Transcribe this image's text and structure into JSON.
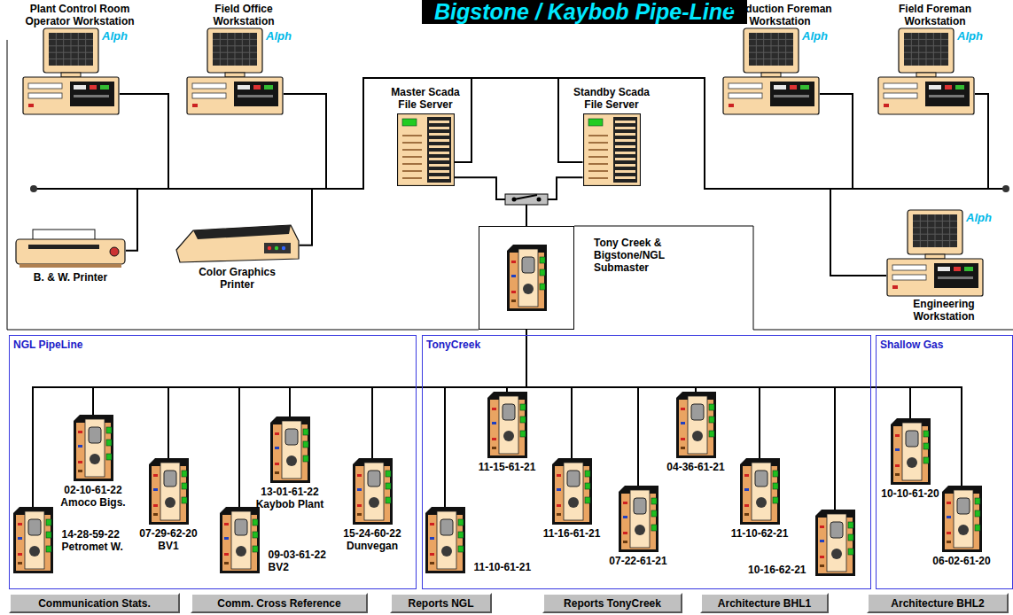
{
  "diagram": {
    "title": "Bigstone / Kaybob Pipe-Line",
    "nodes": [
      {
        "text": [
          "Plant Control Room Operator Workstation",
          "Alph"
        ]
      },
      {
        "text": [
          "Field Office Workstation",
          "Alph"
        ]
      },
      {
        "text": [
          "Master Scada File Server"
        ]
      },
      {
        "text": [
          "Standby Scada File Server"
        ]
      },
      {
        "text": [
          "Production Foreman Workstation",
          "Alph"
        ]
      },
      {
        "text": [
          "Field Foreman Workstation",
          "Alph"
        ]
      },
      {
        "text": [
          "B. & W. Printer"
        ]
      },
      {
        "text": [
          "Color Graphics Printer"
        ]
      },
      {
        "text": [
          "Engineering Workstation",
          "Alph"
        ]
      },
      {
        "text": [
          "Tony Creek & Bigstone/NGL Submaster"
        ]
      },
      {
        "text": [
          "NGL PipeLine"
        ]
      },
      {
        "text": [
          "14-28-59-22 Petromet W."
        ],
        "in": 10
      },
      {
        "text": [
          "02-10-61-22 Amoco Bigs."
        ],
        "in": 10
      },
      {
        "text": [
          "07-29-62-20 BV1"
        ],
        "in": 10
      },
      {
        "text": [
          "09-03-61-22 BV2"
        ],
        "in": 10
      },
      {
        "text": [
          "13-01-61-22 Kaybob Plant"
        ],
        "in": 10
      },
      {
        "text": [
          "15-24-60-22 Dunvegan"
        ],
        "in": 10
      },
      {
        "text": [
          "TonyCreek"
        ]
      },
      {
        "text": [
          "11-10-61-21"
        ],
        "in": 17
      },
      {
        "text": [
          "11-15-61-21"
        ],
        "in": 17
      },
      {
        "text": [
          "11-16-61-21"
        ],
        "in": 17
      },
      {
        "text": [
          "07-22-61-21"
        ],
        "in": 17
      },
      {
        "text": [
          "04-36-61-21"
        ],
        "in": 17
      },
      {
        "text": [
          "11-10-62-21"
        ],
        "in": 17
      },
      {
        "text": [
          "10-16-62-21"
        ],
        "in": 17
      },
      {
        "text": [
          "Shallow Gas"
        ]
      },
      {
        "text": [
          "10-10-61-20"
        ],
        "in": 25
      },
      {
        "text": [
          "06-02-61-20"
        ],
        "in": 25
      },
      {
        "text": [
          "Communication Stats."
        ]
      },
      {
        "text": [
          "Comm. Cross Reference"
        ]
      },
      {
        "text": [
          "Reports NGL"
        ]
      },
      {
        "text": [
          "Reports TonyCreek"
        ]
      },
      {
        "text": [
          "Architecture BHL1"
        ]
      },
      {
        "text": [
          "Architecture BHL2"
        ]
      }
    ],
    "edges": [
      {
        "from": 0,
        "to": 2,
        "arrow": "none"
      },
      {
        "from": 1,
        "to": 2,
        "arrow": "none"
      },
      {
        "from": 6,
        "to": 2,
        "arrow": "none"
      },
      {
        "from": 7,
        "to": 2,
        "arrow": "none"
      },
      {
        "from": 4,
        "to": 2,
        "arrow": "none"
      },
      {
        "from": 5,
        "to": 2,
        "arrow": "none"
      },
      {
        "from": 8,
        "to": 2,
        "arrow": "none"
      },
      {
        "from": 2,
        "to": 3,
        "arrow": "none"
      },
      {
        "from": 2,
        "to": 9,
        "arrow": "none"
      },
      {
        "from": 3,
        "to": 9,
        "arrow": "none"
      },
      {
        "from": 9,
        "to": 11,
        "arrow": "none"
      },
      {
        "from": 9,
        "to": 12,
        "arrow": "none"
      },
      {
        "from": 9,
        "to": 13,
        "arrow": "none"
      },
      {
        "from": 9,
        "to": 14,
        "arrow": "none"
      },
      {
        "from": 9,
        "to": 15,
        "arrow": "none"
      },
      {
        "from": 9,
        "to": 16,
        "arrow": "none"
      },
      {
        "from": 9,
        "to": 18,
        "arrow": "none"
      },
      {
        "from": 9,
        "to": 19,
        "arrow": "none"
      },
      {
        "from": 9,
        "to": 20,
        "arrow": "none"
      },
      {
        "from": 9,
        "to": 21,
        "arrow": "none"
      },
      {
        "from": 9,
        "to": 22,
        "arrow": "none"
      },
      {
        "from": 9,
        "to": 23,
        "arrow": "none"
      },
      {
        "from": 9,
        "to": 24,
        "arrow": "none"
      },
      {
        "from": 9,
        "to": 26,
        "arrow": "none"
      },
      {
        "from": 9,
        "to": 27,
        "arrow": "none"
      }
    ]
  }
}
